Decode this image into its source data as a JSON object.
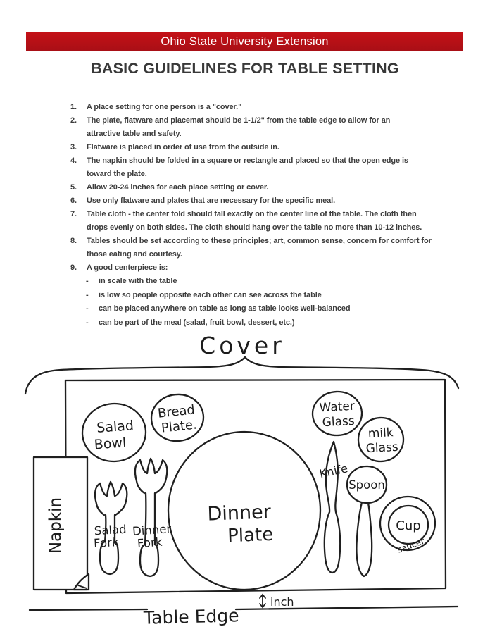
{
  "banner": {
    "text": "Ohio State University Extension"
  },
  "title": "BASIC GUIDELINES FOR TABLE SETTING",
  "guidelines": {
    "dash": "-",
    "items": [
      {
        "num": "1.",
        "lines": [
          "A place setting for one person is a \"cover.\""
        ]
      },
      {
        "num": "2.",
        "lines": [
          "The plate, flatware and placemat should be 1-1/2\" from the table edge to allow for an",
          "attractive table and safety."
        ]
      },
      {
        "num": "3.",
        "lines": [
          "Flatware is placed in order of use from the outside in."
        ]
      },
      {
        "num": "4.",
        "lines": [
          "The napkin should be folded in a square or rectangle and placed so that the open edge is",
          "toward the plate."
        ]
      },
      {
        "num": "5.",
        "lines": [
          "Allow 20-24 inches for each place setting or cover."
        ]
      },
      {
        "num": "6.",
        "lines": [
          "Use only flatware and plates that are necessary for the specific meal."
        ]
      },
      {
        "num": "7.",
        "lines": [
          "Table cloth - the center fold should fall exactly on the center line of the table. The cloth then",
          "drops evenly on both sides. The cloth should hang over the table no more than 10-12 inches."
        ]
      },
      {
        "num": "8.",
        "lines": [
          "Tables should be set according to these principles; art, common sense, concern for comfort for",
          "those eating and courtesy."
        ]
      },
      {
        "num": "9.",
        "lines": [
          "A good centerpiece is:"
        ]
      }
    ],
    "subitems": [
      "in scale with the table",
      "is low so people opposite each other can see across the table",
      "can be placed anywhere on table as long as table looks well-balanced",
      "can be part of the meal (salad, fruit bowl, dessert, etc.)"
    ]
  },
  "diagram": {
    "cover": "Cover",
    "napkin": "Napkin",
    "salad_bowl_line1": "Salad",
    "salad_bowl_line2": "Bowl",
    "bread_plate_line1": "Bread",
    "bread_plate_line2": "Plate.",
    "water_glass_line1": "Water",
    "water_glass_line2": "Glass",
    "milk_glass_line1": "milk",
    "milk_glass_line2": "Glass",
    "dinner_plate_line1": "Dinner",
    "dinner_plate_line2": "Plate",
    "salad_fork_line1": "Salad",
    "salad_fork_line2": "Fork",
    "dinner_fork_line1": "Dinner",
    "dinner_fork_line2": "Fork",
    "knife": "Knife",
    "spoon": "Spoon",
    "cup": "Cup",
    "saucer": "saucer",
    "table_edge": "Table Edge",
    "inch": "inch"
  },
  "colors": {
    "banner_red": "#c41117",
    "ink": "#1f1f1f",
    "text": "#3d3d3d"
  }
}
